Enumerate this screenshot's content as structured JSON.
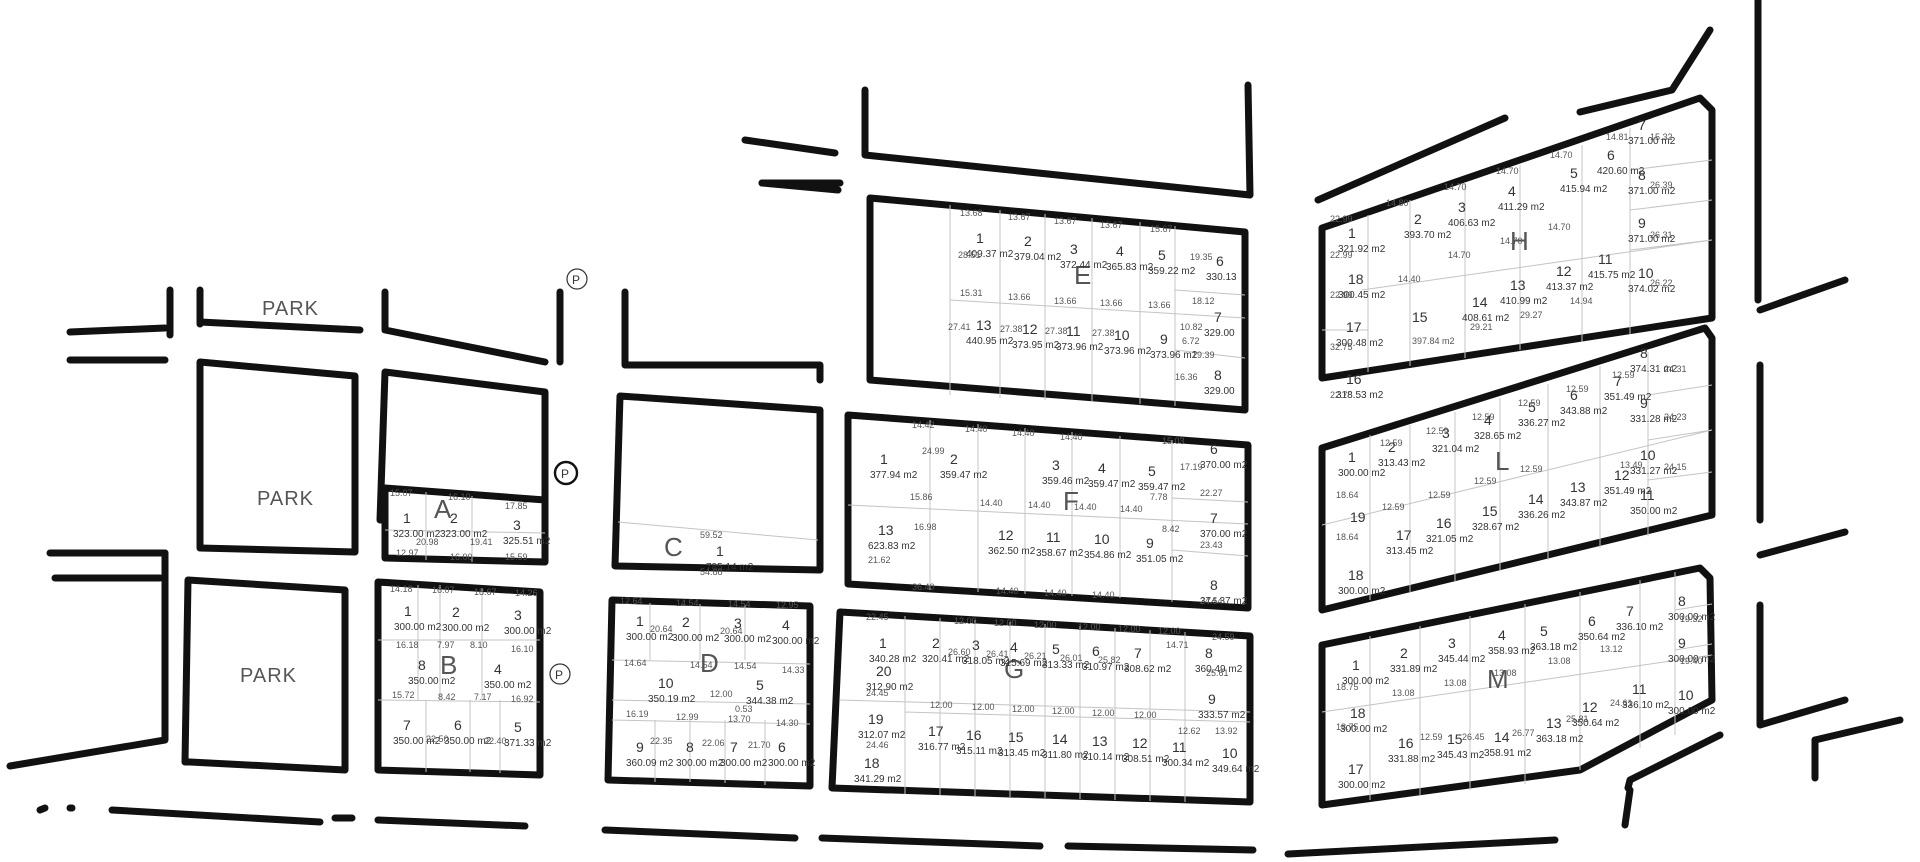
{
  "parks": [
    "PARK",
    "PARK",
    "PARK"
  ],
  "parking": [
    "P",
    "P",
    "P"
  ],
  "blocks": {
    "A": {
      "letter": "A",
      "lots": [
        {
          "n": "1",
          "area": "323.00 m2"
        },
        {
          "n": "2",
          "area": "323.00 m2"
        },
        {
          "n": "3",
          "area": "325.51 m2"
        }
      ],
      "dims": [
        "15.07",
        "16.10",
        "17.85",
        "20.98",
        "19.41",
        "12.97",
        "16.00",
        "15.59"
      ]
    },
    "B": {
      "letter": "B",
      "lots": [
        {
          "n": "1",
          "area": "300.00 m2"
        },
        {
          "n": "2",
          "area": "300.00 m2"
        },
        {
          "n": "3",
          "area": "300.00 m2"
        },
        {
          "n": "8",
          "area": "350.00 m2"
        },
        {
          "n": "4",
          "area": "350.00 m2"
        },
        {
          "n": "7",
          "area": "350.00 m2"
        },
        {
          "n": "6",
          "area": "350.00 m2"
        },
        {
          "n": "5",
          "area": "371.33 m2"
        }
      ],
      "dims": [
        "14.18",
        "16.07",
        "18.67",
        "14.26",
        "16.18",
        "7.97",
        "8.10",
        "16.10",
        "15.72",
        "8.42",
        "7.17",
        "16.92",
        "22.50",
        "22.40"
      ]
    },
    "C": {
      "letter": "C",
      "lots": [
        {
          "n": "1",
          "area": "785.14 m2"
        }
      ],
      "dims": [
        "59.52",
        "54.88"
      ]
    },
    "D": {
      "letter": "D",
      "lots": [
        {
          "n": "1",
          "area": "300.00 m2"
        },
        {
          "n": "2",
          "area": "300.00 m2"
        },
        {
          "n": "3",
          "area": "300.00 m2"
        },
        {
          "n": "4",
          "area": "300.00 m2"
        },
        {
          "n": "10",
          "area": "350.19 m2"
        },
        {
          "n": "5",
          "area": "344.38 m2"
        },
        {
          "n": "9",
          "area": "360.09 m2"
        },
        {
          "n": "8",
          "area": "300.00 m2"
        },
        {
          "n": "7",
          "area": "300.00 m2"
        },
        {
          "n": "6",
          "area": "300.00 m2"
        }
      ],
      "dims": [
        "12.64",
        "14.54",
        "14.54",
        "12.95",
        "20.64",
        "20.64",
        "14.64",
        "14.54",
        "14.54",
        "14.33",
        "12.00",
        "16.19",
        "12.99",
        "13.70",
        "14.30",
        "0.53",
        "22.35",
        "22.06",
        "21.70"
      ]
    },
    "E": {
      "letter": "E",
      "lots": [
        {
          "n": "1",
          "area": "409.37 m2"
        },
        {
          "n": "2",
          "area": "379.04 m2"
        },
        {
          "n": "3",
          "area": "372.44 m2"
        },
        {
          "n": "4",
          "area": "365.83 m2"
        },
        {
          "n": "5",
          "area": "359.22 m2"
        },
        {
          "n": "6",
          "area": "330.13"
        },
        {
          "n": "13",
          "area": "440.95 m2"
        },
        {
          "n": "12",
          "area": "373.95 m2"
        },
        {
          "n": "11",
          "area": "373.96 m2"
        },
        {
          "n": "10",
          "area": "373.96 m2"
        },
        {
          "n": "9",
          "area": "373.96 m2"
        },
        {
          "n": "7",
          "area": "329.00"
        },
        {
          "n": "8",
          "area": "329.00"
        }
      ],
      "dims": [
        "13.68",
        "13.67",
        "13.67",
        "13.67",
        "15.67",
        "28.51",
        "15.31",
        "13.66",
        "13.66",
        "13.66",
        "13.66",
        "19.35",
        "18.12",
        "19.39",
        "27.41",
        "27.38",
        "27.38",
        "27.38",
        "10.82",
        "6.72",
        "16.36"
      ]
    },
    "F": {
      "letter": "F",
      "lots": [
        {
          "n": "1",
          "area": "377.94 m2"
        },
        {
          "n": "2",
          "area": "359.47 m2"
        },
        {
          "n": "3",
          "area": "359.46 m2"
        },
        {
          "n": "4",
          "area": "359.47 m2"
        },
        {
          "n": "5",
          "area": "359.47 m2"
        },
        {
          "n": "6",
          "area": "370.00 m2"
        },
        {
          "n": "13",
          "area": "623.83 m2"
        },
        {
          "n": "12",
          "area": "362.50 m2"
        },
        {
          "n": "11",
          "area": "358.67 m2"
        },
        {
          "n": "10",
          "area": "354.86 m2"
        },
        {
          "n": "9",
          "area": "351.05 m2"
        },
        {
          "n": "7",
          "area": "370.00 m2"
        },
        {
          "n": "8",
          "area": "374.37 m2"
        }
      ],
      "dims": [
        "14.42",
        "14.40",
        "14.40",
        "14.40",
        "15.03",
        "24.99",
        "15.86",
        "14.40",
        "14.40",
        "14.40",
        "14.40",
        "22.27",
        "23.43",
        "24.54",
        "16.98",
        "21.62",
        "36.40",
        "14.40",
        "14.40",
        "14.40",
        "8.42",
        "7.78",
        "17.19"
      ]
    },
    "G": {
      "letter": "G",
      "lots": [
        {
          "n": "1",
          "area": "340.28 m2"
        },
        {
          "n": "2",
          "area": "320.41 m2"
        },
        {
          "n": "3",
          "area": "318.05 m2"
        },
        {
          "n": "4",
          "area": "315.69 m2"
        },
        {
          "n": "5",
          "area": "313.33 m2"
        },
        {
          "n": "6",
          "area": "310.97 m2"
        },
        {
          "n": "7",
          "area": "308.62 m2"
        },
        {
          "n": "8",
          "area": "360.49 m2"
        },
        {
          "n": "20",
          "area": "312.90 m2"
        },
        {
          "n": "9",
          "area": "333.57 m2"
        },
        {
          "n": "19",
          "area": "312.07 m2"
        },
        {
          "n": "18",
          "area": "341.29 m2"
        },
        {
          "n": "17",
          "area": "316.77 m2"
        },
        {
          "n": "16",
          "area": "315.11 m2"
        },
        {
          "n": "15",
          "area": "313.45 m2"
        },
        {
          "n": "14",
          "area": "311.80 m2"
        },
        {
          "n": "13",
          "area": "310.14 m2"
        },
        {
          "n": "12",
          "area": "308.51 m2"
        },
        {
          "n": "11",
          "area": "300.34 m2"
        },
        {
          "n": "10",
          "area": "349.64 m2"
        }
      ],
      "dims": [
        "22.45",
        "12.00",
        "12.00",
        "12.00",
        "12.00",
        "12.00",
        "12.00",
        "24.59",
        "25.61",
        "24.45",
        "12.00",
        "12.00",
        "12.00",
        "12.00",
        "12.00",
        "12.00",
        "13.92",
        "12.62",
        "24.46",
        "26.60",
        "26.41",
        "26.21",
        "26.01",
        "25.82",
        "14.71"
      ]
    },
    "H": {
      "letter": "H",
      "lots": [
        {
          "n": "1",
          "area": "321.92 m2"
        },
        {
          "n": "2",
          "area": "393.70 m2"
        },
        {
          "n": "3",
          "area": "406.63 m2"
        },
        {
          "n": "4",
          "area": "411.29 m2"
        },
        {
          "n": "5",
          "area": "415.94 m2"
        },
        {
          "n": "6",
          "area": "420.60 m2"
        },
        {
          "n": "7",
          "area": "371.00 m2"
        },
        {
          "n": "8",
          "area": "371.00 m2"
        },
        {
          "n": "9",
          "area": "371.00 m2"
        },
        {
          "n": "10",
          "area": "374.02 m2"
        },
        {
          "n": "18",
          "area": "300.45 m2"
        },
        {
          "n": "15",
          "area": ""
        },
        {
          "n": "14",
          "area": "408.61 m2"
        },
        {
          "n": "13",
          "area": "410.99 m2"
        },
        {
          "n": "12",
          "area": "413.37 m2"
        },
        {
          "n": "11",
          "area": "415.75 m2"
        },
        {
          "n": "17",
          "area": "300.48 m2"
        },
        {
          "n": "16",
          "area": "318.53 m2"
        }
      ],
      "dims": [
        "22.99",
        "14.80",
        "14.70",
        "14.70",
        "14.70",
        "14.81",
        "15.32",
        "26.39",
        "26.31",
        "26.22",
        "22.99",
        "14.40",
        "14.70",
        "14.70",
        "14.70",
        "22.99",
        "32.75",
        "22.75",
        "397.84 m2",
        "29.21",
        "29.27",
        "14.94"
      ]
    },
    "L": {
      "letter": "L",
      "lots": [
        {
          "n": "1",
          "area": "300.00 m2"
        },
        {
          "n": "2",
          "area": "313.43 m2"
        },
        {
          "n": "3",
          "area": "321.04 m2"
        },
        {
          "n": "4",
          "area": "328.65 m2"
        },
        {
          "n": "5",
          "area": "336.27 m2"
        },
        {
          "n": "6",
          "area": "343.88 m2"
        },
        {
          "n": "7",
          "area": "351.49 m2"
        },
        {
          "n": "8",
          "area": "374.31 m2"
        },
        {
          "n": "9",
          "area": "331.28 m2"
        },
        {
          "n": "10",
          "area": "331.27 m2"
        },
        {
          "n": "11",
          "area": "350.00 m2"
        },
        {
          "n": "12",
          "area": "351.49 m2"
        },
        {
          "n": "13",
          "area": "343.87 m2"
        },
        {
          "n": "14",
          "area": "336.26 m2"
        },
        {
          "n": "15",
          "area": "328.67 m2"
        },
        {
          "n": "16",
          "area": "321.05 m2"
        },
        {
          "n": "17",
          "area": "313.45 m2"
        },
        {
          "n": "18",
          "area": "300.00 m2"
        },
        {
          "n": "19",
          "area": ""
        }
      ],
      "dims": [
        "12.59",
        "12.59",
        "12.59",
        "12.59",
        "12.59",
        "12.59",
        "24.31",
        "24.23",
        "24.15",
        "18.64",
        "12.59",
        "12.59",
        "12.59",
        "12.59",
        "18.64",
        "13.49"
      ]
    },
    "M": {
      "letter": "M",
      "lots": [
        {
          "n": "1",
          "area": "300.00 m2"
        },
        {
          "n": "2",
          "area": "331.89 m2"
        },
        {
          "n": "3",
          "area": "345.44 m2"
        },
        {
          "n": "4",
          "area": "358.93 m2"
        },
        {
          "n": "5",
          "area": "363.18 m2"
        },
        {
          "n": "6",
          "area": "350.64 m2"
        },
        {
          "n": "7",
          "area": "336.10 m2"
        },
        {
          "n": "8",
          "area": "300.00 m2"
        },
        {
          "n": "9",
          "area": "300.00 m2"
        },
        {
          "n": "10",
          "area": "300.00 m2"
        },
        {
          "n": "11",
          "area": "336.10 m2"
        },
        {
          "n": "12",
          "area": "350.64 m2"
        },
        {
          "n": "13",
          "area": "363.18 m2"
        },
        {
          "n": "14",
          "area": "358.91 m2"
        },
        {
          "n": "15",
          "area": "345.43 m2"
        },
        {
          "n": "16",
          "area": "331.88 m2"
        },
        {
          "n": "17",
          "area": "300.00 m2"
        },
        {
          "n": "18",
          "area": "300.00 m2"
        }
      ],
      "dims": [
        "18.75",
        "18.75",
        "13.08",
        "13.08",
        "13.08",
        "13.08",
        "13.12",
        "19.32",
        "19.40",
        "12.59",
        "26.45",
        "26.77",
        "25.81",
        "24.61"
      ]
    }
  }
}
